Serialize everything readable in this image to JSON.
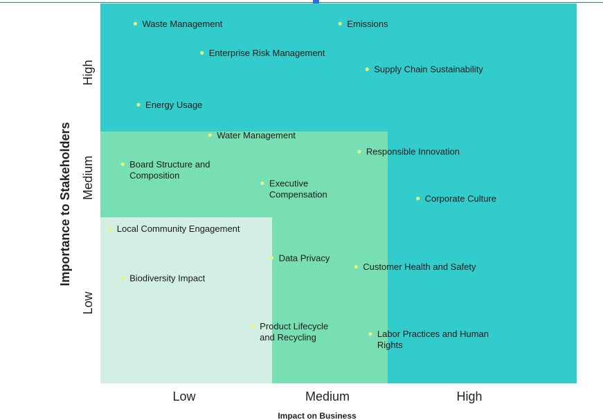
{
  "chart_data": {
    "type": "scatter",
    "xlabel": "Impact on Business",
    "ylabel": "Importance to Stakeholders",
    "x_ticks": [
      "Low",
      "Medium",
      "High"
    ],
    "y_ticks": [
      "High",
      "Medium",
      "Low"
    ],
    "xlim": [
      0,
      3
    ],
    "ylim": [
      0,
      3
    ],
    "grid": false,
    "zones": [
      {
        "name": "high",
        "color": "#33cccc"
      },
      {
        "name": "medium",
        "color": "#77dfb3"
      },
      {
        "name": "low",
        "color": "#d3eee2"
      }
    ],
    "marker_color": "#e4f57a",
    "points": [
      {
        "lines": [
          "Waste Management"
        ],
        "x": 0.22,
        "y": 2.84
      },
      {
        "lines": [
          "Emissions"
        ],
        "x": 1.51,
        "y": 2.84
      },
      {
        "lines": [
          "Enterprise Risk Management"
        ],
        "x": 0.64,
        "y": 2.61
      },
      {
        "lines": [
          "Supply Chain Sustainability"
        ],
        "x": 1.68,
        "y": 2.48
      },
      {
        "lines": [
          "Energy Usage"
        ],
        "x": 0.24,
        "y": 2.2
      },
      {
        "lines": [
          "Water Management"
        ],
        "x": 0.69,
        "y": 1.96
      },
      {
        "lines": [
          "Responsible Innovation"
        ],
        "x": 1.63,
        "y": 1.83
      },
      {
        "lines": [
          "Board Structure and",
          "Composition"
        ],
        "x": 0.14,
        "y": 1.73
      },
      {
        "lines": [
          "Executive",
          "Compensation"
        ],
        "x": 1.02,
        "y": 1.58
      },
      {
        "lines": [
          "Corporate Culture"
        ],
        "x": 2.0,
        "y": 1.46
      },
      {
        "lines": [
          "Local Community Engagement"
        ],
        "x": 0.06,
        "y": 1.22
      },
      {
        "lines": [
          "Data Privacy"
        ],
        "x": 1.08,
        "y": 0.99
      },
      {
        "lines": [
          "Customer Health and Safety"
        ],
        "x": 1.61,
        "y": 0.92
      },
      {
        "lines": [
          "Biodiversity Impact"
        ],
        "x": 0.14,
        "y": 0.83
      },
      {
        "lines": [
          "Product Lifecycle",
          "and Recycling"
        ],
        "x": 0.96,
        "y": 0.45
      },
      {
        "lines": [
          "Labor Practices and Human",
          "Rights"
        ],
        "x": 1.7,
        "y": 0.39
      }
    ]
  }
}
